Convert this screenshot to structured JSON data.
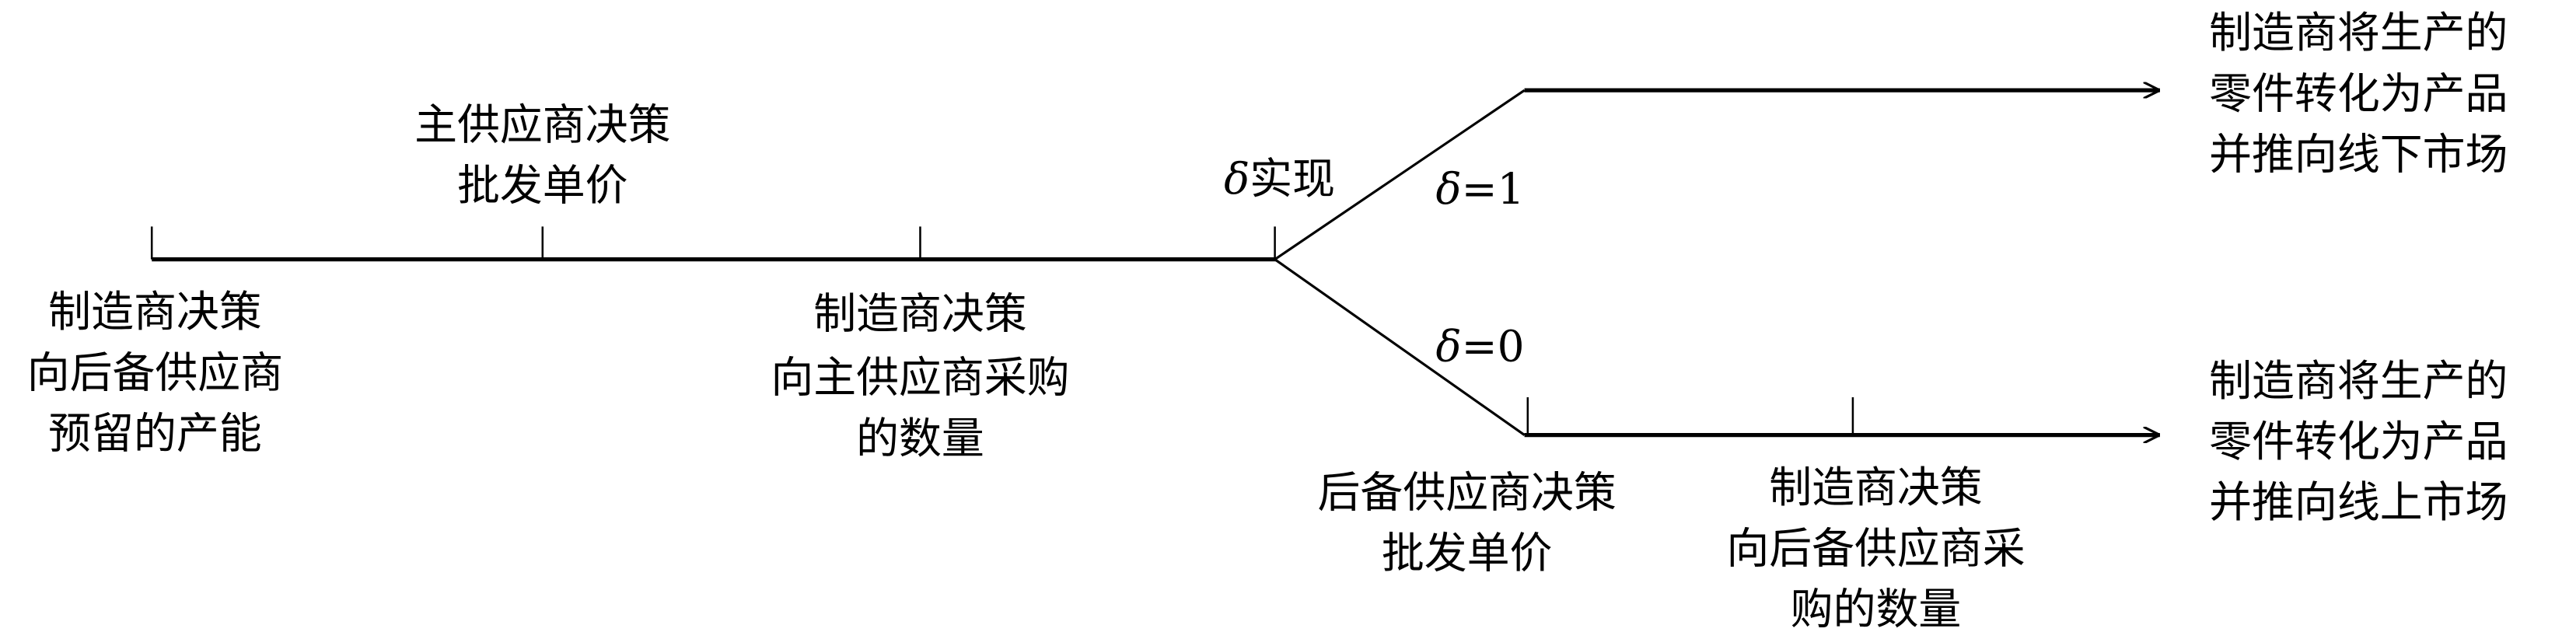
{
  "title": "决策时序图",
  "top_label": [
    "主供应商决策",
    "批发单价"
  ],
  "delta_realize": {
    "symbol": "δ",
    "text": "实现"
  },
  "branch_1": {
    "symbol": "δ",
    "text": "=1"
  },
  "branch_0": {
    "symbol": "δ",
    "text": "=0"
  },
  "left_label": [
    "制造商决策",
    "向后备供应商",
    "预留的产能"
  ],
  "middle_label": [
    "制造商决策",
    "向主供应商采购",
    "的数量"
  ],
  "backup_price_label": [
    "后备供应商决策",
    "批发单价"
  ],
  "backup_qty_label": [
    "制造商决策",
    "向后备供应商采",
    "购的数量"
  ],
  "outcome_offline": [
    "制造商将生产的",
    "零件转化为产品",
    "并推向线下市场"
  ],
  "outcome_online": [
    "制造商将生产的",
    "零件转化为产品",
    "并推向线上市场"
  ],
  "colors": {
    "line": "#000000",
    "background": "#ffffff"
  }
}
